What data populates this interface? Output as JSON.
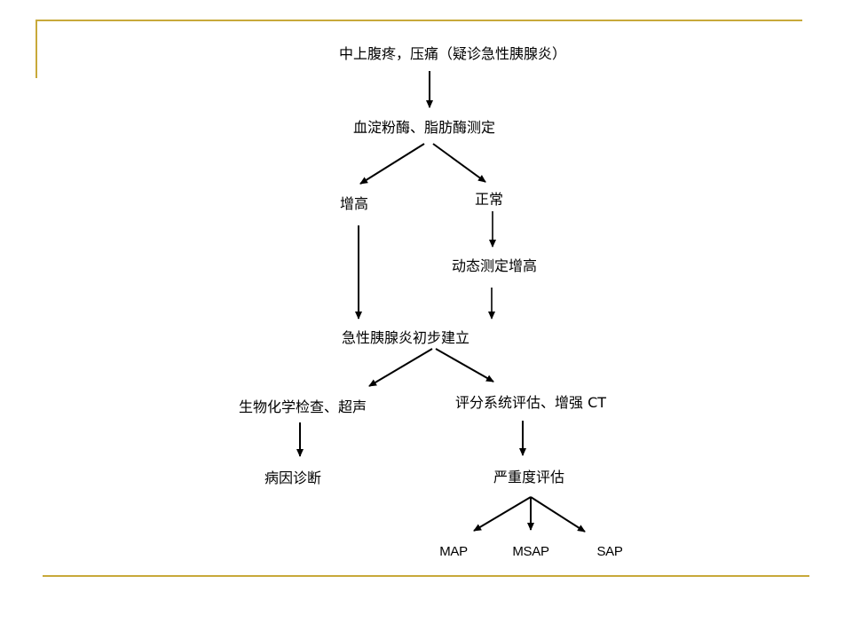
{
  "colors": {
    "rule": "#c8a93a",
    "text": "#000000",
    "arrow": "#000000"
  },
  "nodes": {
    "n1": "中上腹疼，压痛（疑诊急性胰腺炎）",
    "n2": "血淀粉酶、脂肪酶测定",
    "n3": "增高",
    "n4": "正常",
    "n5": "动态测定增高",
    "n6": "急性胰腺炎初步建立",
    "n7": "生物化学检查、超声",
    "n8": "评分系统评估、增强 CT",
    "n9": "病因诊断",
    "n10": "严重度评估",
    "n11": "MAP",
    "n12": "MSAP",
    "n13": "SAP"
  },
  "edges": [
    {
      "from": "n1",
      "to": "n2"
    },
    {
      "from": "n2",
      "to": "n3"
    },
    {
      "from": "n2",
      "to": "n4"
    },
    {
      "from": "n4",
      "to": "n5"
    },
    {
      "from": "n3",
      "to": "n6"
    },
    {
      "from": "n5",
      "to": "n6"
    },
    {
      "from": "n6",
      "to": "n7"
    },
    {
      "from": "n6",
      "to": "n8"
    },
    {
      "from": "n7",
      "to": "n9"
    },
    {
      "from": "n8",
      "to": "n10"
    },
    {
      "from": "n10",
      "to": "n11"
    },
    {
      "from": "n10",
      "to": "n12"
    },
    {
      "from": "n10",
      "to": "n13"
    }
  ]
}
